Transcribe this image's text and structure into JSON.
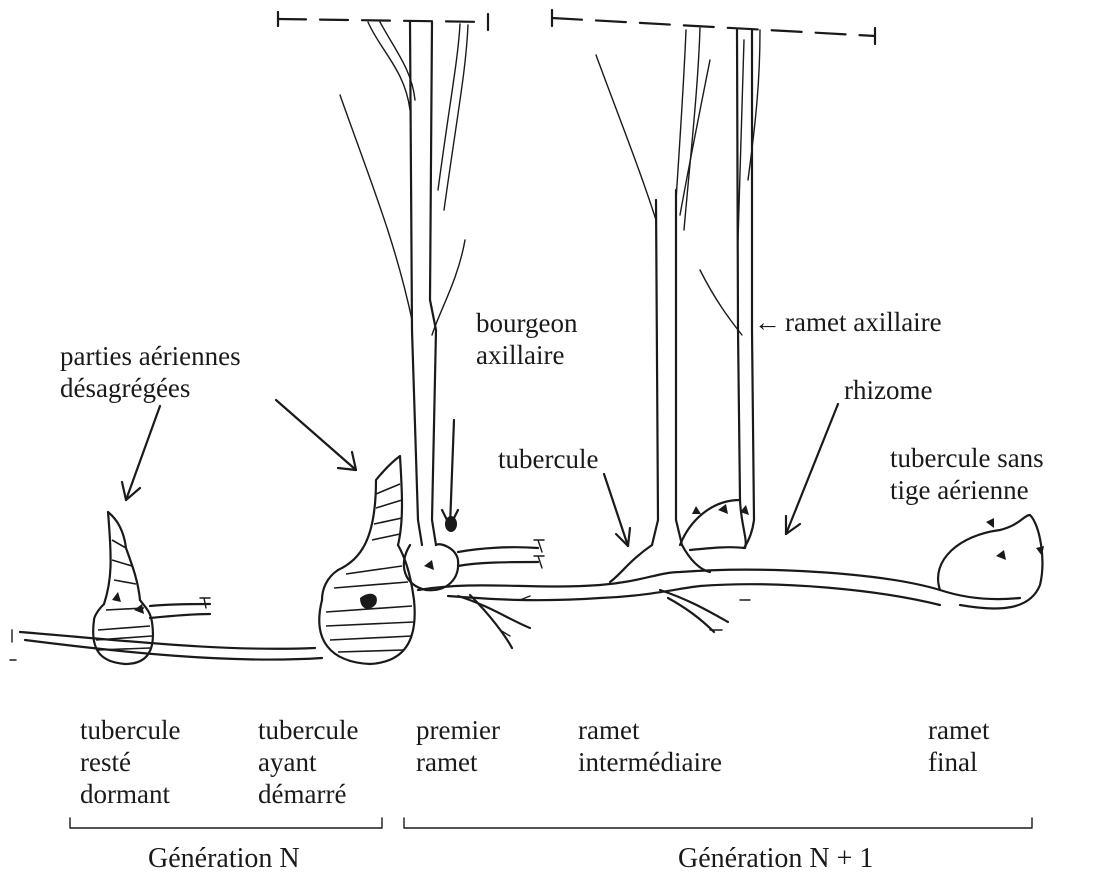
{
  "labels": {
    "parties_aeriennes": "parties aériennes\ndésagrégées",
    "bourgeon": "bourgeon\naxillaire",
    "ramet_axillaire": "ramet axillaire",
    "rhizome": "rhizome",
    "tubercule": "tubercule",
    "tubercule_sans_tige": "tubercule sans\ntige aérienne"
  },
  "stages": {
    "dormant": "tubercule\nresté\ndormant",
    "demarre": "tubercule\nayant\ndémarré",
    "premier": "premier\nramet",
    "intermediaire": "ramet\nintermédiaire",
    "final": "ramet\nfinal"
  },
  "generations": {
    "n": "Génération N",
    "n1": "Génération N + 1"
  },
  "arrow_glyph": "←"
}
